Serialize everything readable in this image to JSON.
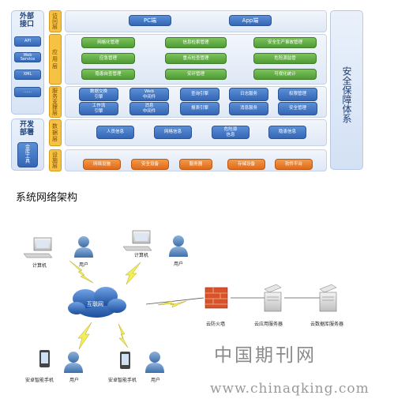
{
  "left_col": {
    "top_title": "外部\n接口",
    "buttons": [
      "API",
      "Web\nService",
      "XML",
      "……"
    ],
    "bottom_title": "开发\n部署",
    "tool_label": "金\n库\n工\n具"
  },
  "layers": [
    {
      "label": "访\n问\n层"
    },
    {
      "label": "应\n用\n层"
    },
    {
      "label": "服\n务\n支\n撑\n层"
    },
    {
      "label": "数\n据\n层"
    },
    {
      "label": "设\n施\n层"
    }
  ],
  "access": [
    "PC端",
    "App端"
  ],
  "app": [
    [
      "网格化管理",
      "信息检索管理",
      "安全生产事故管理"
    ],
    [
      "应急管理",
      "重点检查管理",
      "危险源监管"
    ],
    [
      "隐患自查管理",
      "安环管理",
      "可视化统计"
    ]
  ],
  "service": [
    [
      "数据交换\n引擎",
      "Web\n中间件",
      "查询引擎",
      "日志服务",
      "权限管理"
    ],
    [
      "工作流\n引擎",
      "消息\n中间件",
      "报表引擎",
      "消息服务",
      "安全管理"
    ]
  ],
  "data": [
    "人员信息",
    "网格信息",
    "危险源\n信息",
    "隐患信息"
  ],
  "infra": [
    "网络设施",
    "安全设备",
    "服务器",
    "存储设备",
    "软件平台"
  ],
  "right_panel": "安全保障体系",
  "caption": "系统网络架构",
  "network": {
    "cloud": "互联网",
    "computer": "计算机",
    "user": "用户",
    "phone": "安卓智能手机",
    "firewall": "云防火墙",
    "app_server": "云应用服务器",
    "db_server": "云数据库服务器"
  },
  "watermark": {
    "cn": "中国期刊网",
    "url": "www.chinaqking.com"
  }
}
